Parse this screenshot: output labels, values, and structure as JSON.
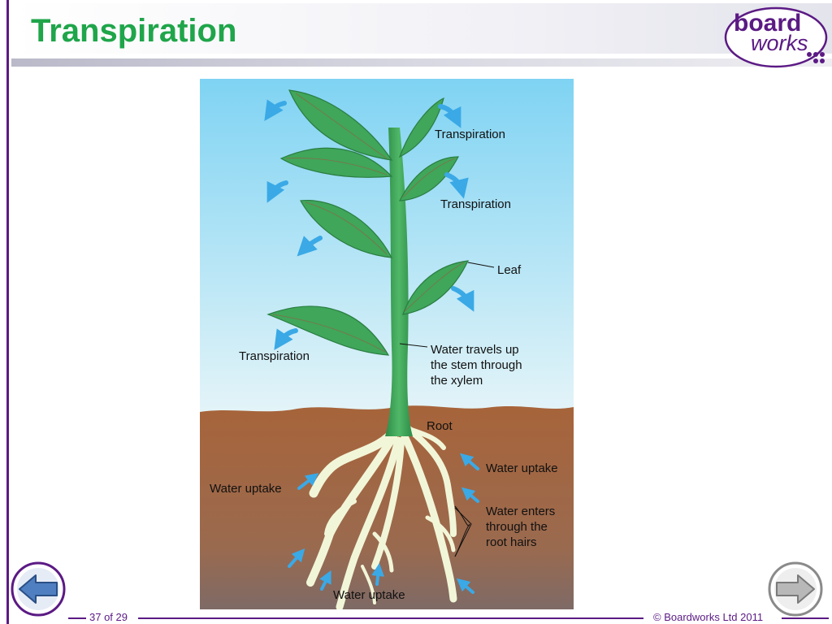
{
  "slide": {
    "title": "Transpiration",
    "page_number": "37 of 29",
    "copyright": "© Boardworks Ltd 2011"
  },
  "logo": {
    "line1": "board",
    "line2": "works"
  },
  "diagram": {
    "labels": {
      "transpiration_top": "Transpiration",
      "transpiration_middle": "Transpiration",
      "transpiration_left": "Transpiration",
      "leaf": "Leaf",
      "stem_line1": "Water travels up",
      "stem_line2": "the stem through",
      "stem_line3": "the xylem",
      "root": "Root",
      "uptake_right": "Water uptake",
      "uptake_left": "Water uptake",
      "uptake_bottom": "Water uptake",
      "hairs_line1": "Water enters",
      "hairs_line2": "through the",
      "hairs_line3": "root hairs"
    }
  },
  "colors": {
    "title_green": "#1fa54a",
    "brand_purple": "#5b1a84",
    "sky_top": "#7fd3f3",
    "soil": "#a7643a",
    "leaf": "#3fa65a",
    "arrow_blue": "#3aa9e6"
  },
  "navigation": {
    "back_icon": "back-arrow-icon",
    "forward_icon": "forward-arrow-icon"
  }
}
